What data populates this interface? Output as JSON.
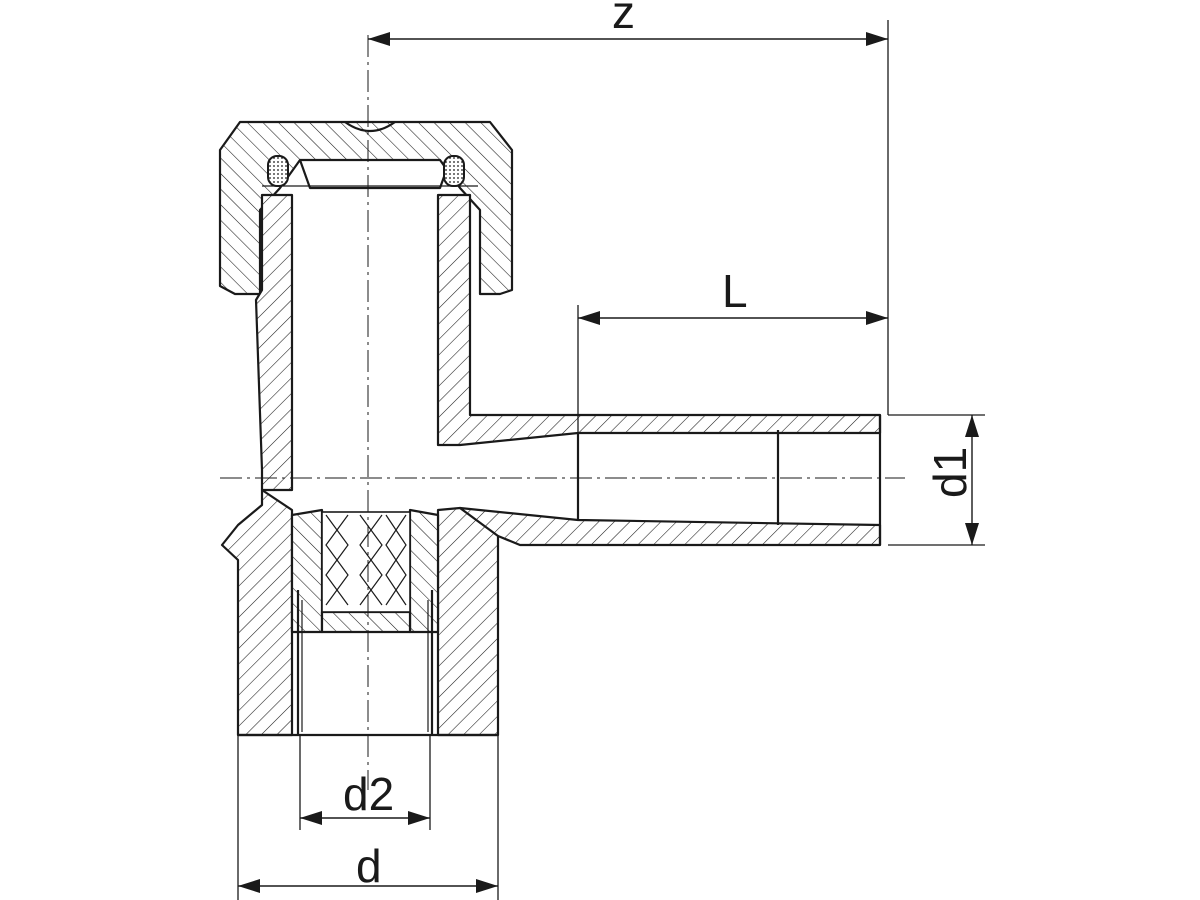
{
  "dimensions": {
    "z": "z",
    "L": "L",
    "d1": "d1",
    "d2": "d2",
    "d": "d"
  },
  "colors": {
    "line": "#1a1a1a",
    "background": "#ffffff"
  }
}
